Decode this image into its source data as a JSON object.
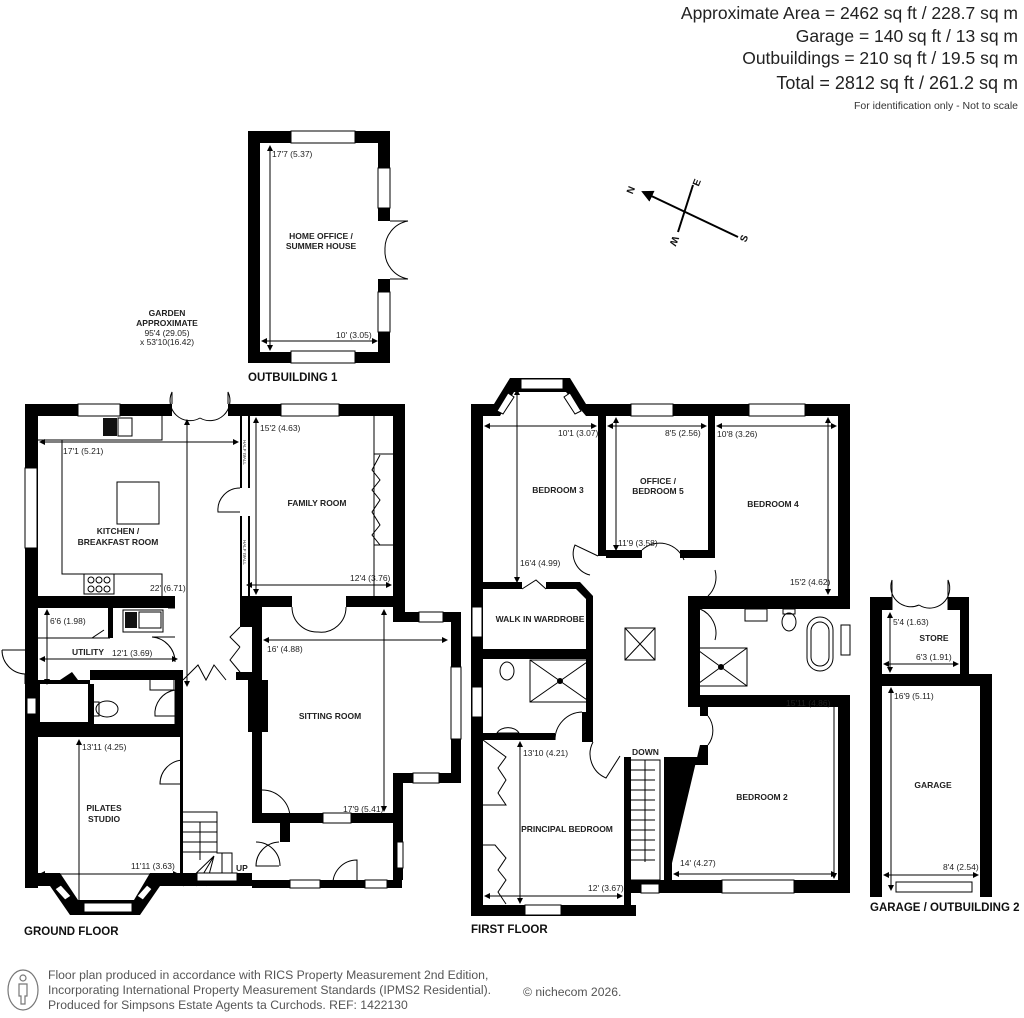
{
  "area_summary": {
    "approximate_area": "Approximate Area = 2462 sq ft / 228.7 sq m",
    "garage": "Garage = 140 sq ft / 13 sq m",
    "outbuildings": "Outbuildings = 210 sq ft / 19.5 sq m",
    "total": "Total = 2812 sq ft / 261.2 sq m",
    "note": "For identification only - Not to scale"
  },
  "compass": {
    "n": "N",
    "e": "E",
    "s": "S",
    "w": "W"
  },
  "garden": {
    "title_1": "GARDEN",
    "title_2": "APPROXIMATE",
    "dim_1": "95'4 (29.05)",
    "dim_2": "x 53'10(16.42)"
  },
  "outbuilding_1": {
    "floor_label": "OUTBUILDING 1",
    "rooms": [
      {
        "name_1": "HOME OFFICE /",
        "name_2": "SUMMER HOUSE",
        "length": "17'7 (5.37)",
        "width": "10' (3.05)"
      }
    ]
  },
  "ground_floor": {
    "floor_label": "GROUND FLOOR",
    "kitchen": {
      "name_1": "KITCHEN /",
      "name_2": "BREAKFAST ROOM",
      "width": "17'1 (5.21)",
      "length": "22' (6.71)"
    },
    "family_room": {
      "name": "FAMILY ROOM",
      "length": "15'2 (4.63)",
      "width": "12'4 (3.76)",
      "half_wall": "HALF WALL"
    },
    "utility": {
      "name": "UTILITY",
      "length": "6'6 (1.98)",
      "width": "12'1 (3.69)"
    },
    "sitting_room": {
      "name": "SITTING ROOM",
      "width": "16' (4.88)",
      "length": "17'9 (5.41)"
    },
    "pilates_studio": {
      "name_1": "PILATES",
      "name_2": "STUDIO",
      "length": "13'11 (4.25)",
      "width": "11'11 (3.63)"
    },
    "stairs_label": "UP"
  },
  "first_floor": {
    "floor_label": "FIRST FLOOR",
    "bedroom_3": {
      "name": "BEDROOM 3",
      "width": "10'1 (3.07)",
      "length": "16'4 (4.99)"
    },
    "office_bedroom_5": {
      "name_1": "OFFICE /",
      "name_2": "BEDROOM 5",
      "width": "8'5 (2.56)",
      "length": "11'9 (3.58)"
    },
    "bedroom_4": {
      "name": "BEDROOM 4",
      "width": "10'8 (3.26)",
      "length": "15'2 (4.62)"
    },
    "walk_in_wardrobe": {
      "name": "WALK IN WARDROBE"
    },
    "principal_bedroom": {
      "name": "PRINCIPAL BEDROOM",
      "length": "13'10 (4.21)",
      "width": "12' (3.67)"
    },
    "bedroom_2": {
      "name": "BEDROOM 2",
      "length": "15'11 (4.86)",
      "width": "14' (4.27)"
    },
    "stairs_label": "DOWN"
  },
  "garage_outbuilding_2": {
    "floor_label": "GARAGE / OUTBUILDING 2",
    "store": {
      "name": "STORE",
      "length": "5'4 (1.63)",
      "width": "6'3 (1.91)"
    },
    "garage": {
      "name": "GARAGE",
      "length": "16'9 (5.11)",
      "width": "8'4 (2.54)"
    }
  },
  "footer": {
    "line_1": "Floor plan produced in accordance with RICS Property Measurement 2nd Edition,",
    "line_2": "Incorporating International Property Measurement Standards (IPMS2 Residential).",
    "line_3": "Produced for Simpsons Estate Agents ta Curchods.   REF:  1422130",
    "copyright": "© nichecom 2026."
  }
}
